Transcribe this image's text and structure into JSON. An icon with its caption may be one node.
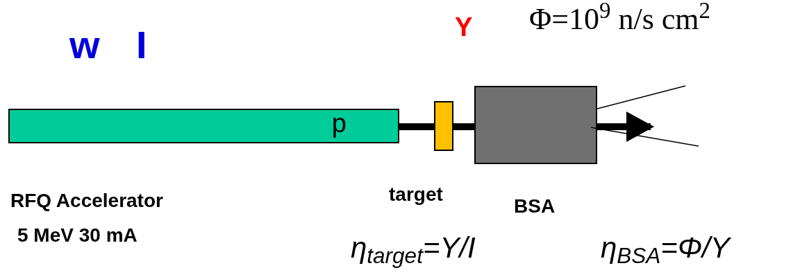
{
  "diagram": {
    "nodes": [
      {
        "text": [
          "p"
        ],
        "beside": [
          "RFQ Accelerator",
          "5 MeV 30 mA"
        ]
      },
      {
        "text": [],
        "shape": "box",
        "beside": [
          "target"
        ]
      },
      {
        "text": [],
        "shape": "box",
        "beside": [
          "BSA"
        ]
      }
    ],
    "edges": [
      {
        "from": 0,
        "to": 1,
        "arrow": "none"
      },
      {
        "from": 1,
        "to": 2,
        "arrow": "none"
      },
      {
        "from": 2,
        "to": null,
        "arrow": "to"
      }
    ],
    "labels": [
      "w",
      "I",
      "Y",
      "Φ=10$^{9}$ n/s cm$^{2}$",
      "η$_{target}$=Y/I",
      "η$_{BSA}$=Φ/Y"
    ]
  }
}
